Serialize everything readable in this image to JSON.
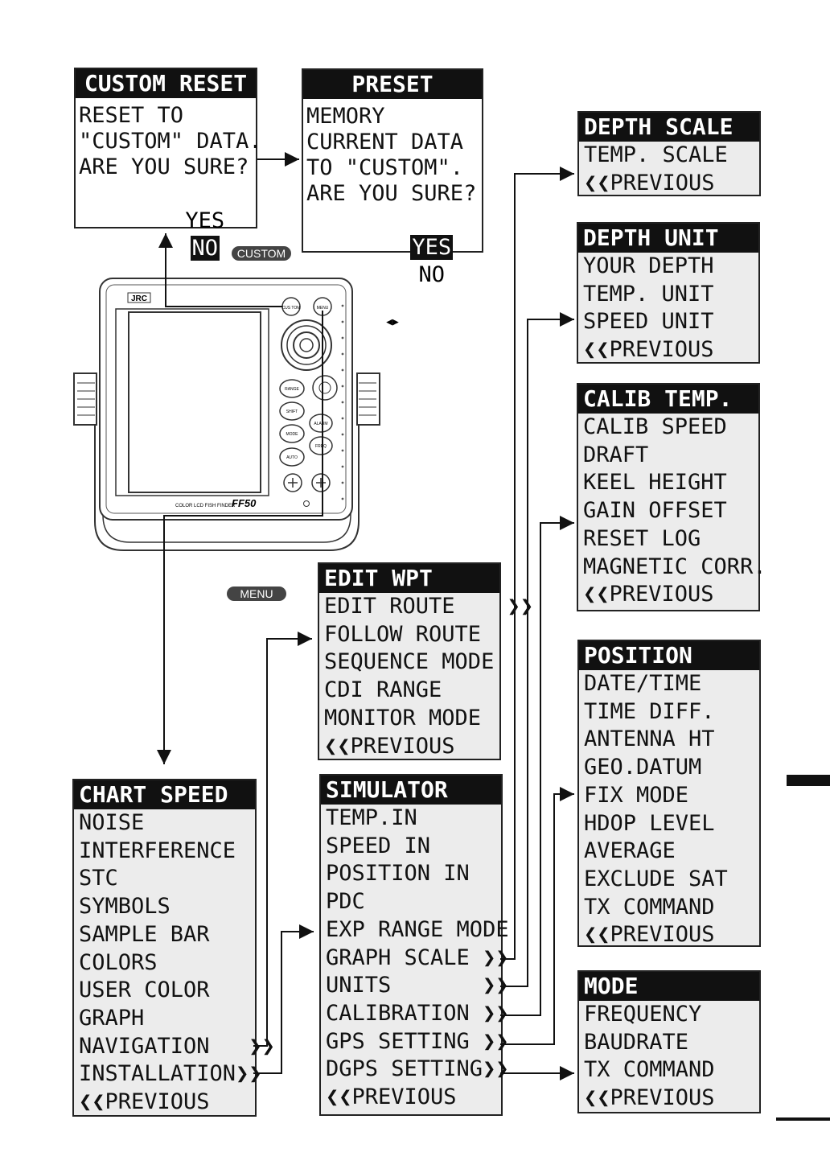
{
  "custom_reset": {
    "title": "CUSTOM RESET",
    "lines": [
      "RESET TO",
      "\"CUSTOM\" DATA.",
      "ARE YOU SURE?"
    ],
    "yes": "YES",
    "no": "NO",
    "arrows": "◀▶"
  },
  "preset": {
    "title": "PRESET",
    "lines": [
      "MEMORY",
      "CURRENT DATA",
      "TO \"CUSTOM\".",
      "ARE YOU SURE?"
    ],
    "yes": "YES",
    "no": "NO",
    "arrows": "◀▶"
  },
  "key_labels": {
    "custom": "CUSTOM",
    "menu": "MENU"
  },
  "device": {
    "brand": "JRC",
    "model_text": "COLOR LCD FISH FINDER",
    "model": "FF50",
    "buttons": {
      "custom": "CUS TOM",
      "menu": "MENU",
      "range": "RANGE",
      "shift": "SHIFT",
      "mode": "MODE",
      "auto": "AUTO",
      "alarm": "ALARM",
      "freq": "FREQ"
    }
  },
  "depth_scale": {
    "title": "DEPTH SCALE",
    "items": [
      "TEMP. SCALE",
      "❮❮PREVIOUS"
    ]
  },
  "depth_unit": {
    "title": "DEPTH UNIT",
    "items": [
      "YOUR DEPTH",
      "TEMP. UNIT",
      "SPEED UNIT",
      "❮❮PREVIOUS"
    ]
  },
  "calib": {
    "title": "CALIB TEMP.",
    "items": [
      "CALIB SPEED",
      "DRAFT",
      "KEEL HEIGHT",
      "GAIN OFFSET",
      "RESET LOG",
      "MAGNETIC CORR.",
      "❮❮PREVIOUS"
    ]
  },
  "edit_wpt": {
    "title": "EDIT WPT      ❯❯",
    "items": [
      "EDIT ROUTE    ❯❯",
      "FOLLOW ROUTE",
      "SEQUENCE MODE",
      "CDI RANGE",
      "MONITOR MODE",
      "❮❮PREVIOUS"
    ]
  },
  "position": {
    "title": "POSITION",
    "items": [
      "DATE/TIME",
      "TIME DIFF.",
      "ANTENNA HT",
      "GEO.DATUM",
      "FIX MODE",
      "HDOP LEVEL",
      "AVERAGE",
      "EXCLUDE SAT",
      "TX COMMAND",
      "❮❮PREVIOUS"
    ]
  },
  "chart_speed": {
    "title": "CHART SPEED",
    "items": [
      "NOISE",
      "INTERFERENCE",
      "STC",
      "SYMBOLS",
      "SAMPLE BAR",
      "COLORS",
      "USER COLOR",
      "GRAPH",
      "NAVIGATION   ❯❯",
      "INSTALLATION❯❯",
      "❮❮PREVIOUS"
    ]
  },
  "simulator": {
    "title": "SIMULATOR",
    "items": [
      "TEMP.IN",
      "SPEED IN",
      "POSITION IN",
      "PDC",
      "EXP RANGE MODE",
      "GRAPH SCALE ❯❯",
      "UNITS       ❯❯",
      "CALIBRATION ❯❯",
      "GPS SETTING ❯❯",
      "DGPS SETTING❯❯",
      "❮❮PREVIOUS"
    ]
  },
  "mode_panel": {
    "title": "MODE",
    "items": [
      "FREQUENCY",
      "BAUDRATE",
      "TX COMMAND",
      "❮❮PREVIOUS"
    ]
  }
}
